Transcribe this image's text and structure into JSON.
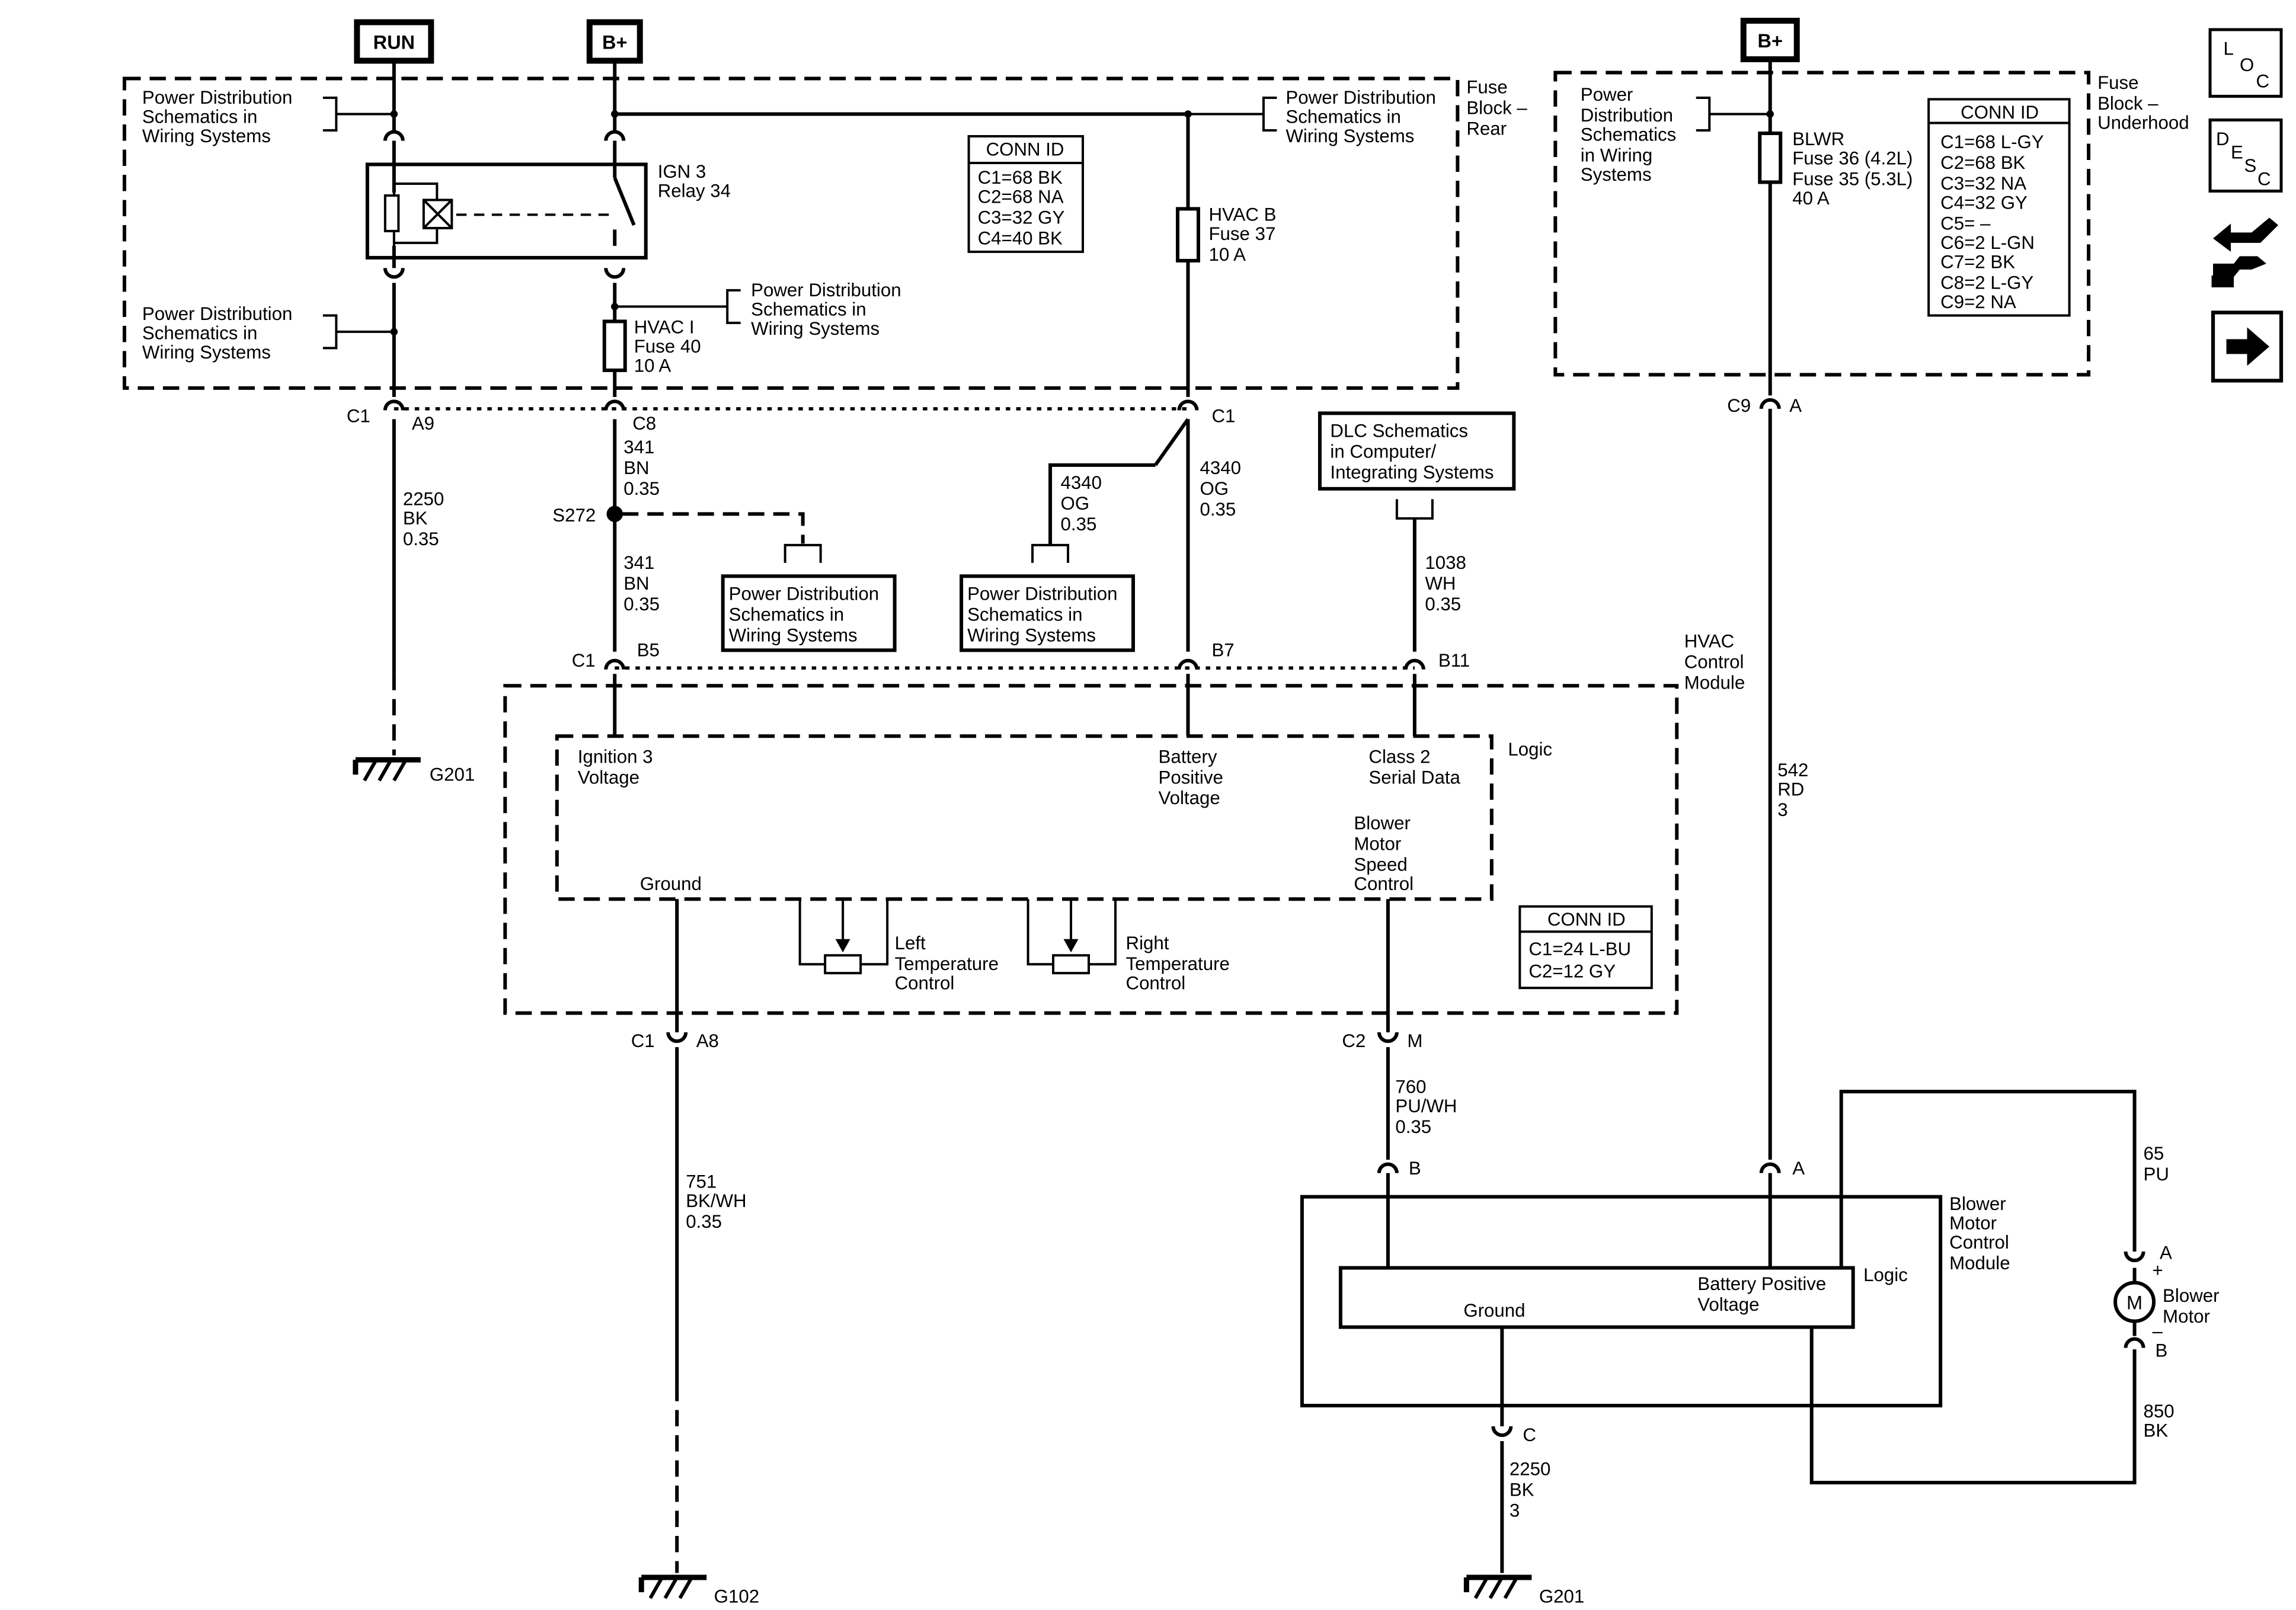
{
  "source_tags": {
    "run": "RUN",
    "b_plus_rear": "B+",
    "b_plus_underhood": "B+"
  },
  "pd_schem_lines": [
    "Power Distribution",
    "Schematics in",
    "Wiring Systems"
  ],
  "pd_schem_lines_4": [
    "Power",
    "Distribution",
    "Schematics",
    "in Wiring",
    "Systems"
  ],
  "fuse_block_rear": [
    "Fuse",
    "Block –",
    "Rear"
  ],
  "fuse_block_underhood": [
    "Fuse",
    "Block –",
    "Underhood"
  ],
  "relay": [
    "IGN 3",
    "Relay 34"
  ],
  "fuse_hvac_i": [
    "HVAC I",
    "Fuse 40",
    "10 A"
  ],
  "fuse_hvac_b": [
    "HVAC B",
    "Fuse 37",
    "10 A"
  ],
  "fuse_blwr": [
    "BLWR",
    "Fuse 36 (4.2L)",
    "Fuse 35 (5.3L)",
    "40 A"
  ],
  "conn_rear": {
    "title": "CONN ID",
    "rows": [
      "C1=68 BK",
      "C2=68 NA",
      "C3=32 GY",
      "C4=40 BK"
    ]
  },
  "conn_underhood": {
    "title": "CONN ID",
    "rows": [
      "C1=68 L-GY",
      "C2=68 BK",
      "C3=32 NA",
      "C4=32 GY",
      "C5= –",
      "C6=2 L-GN",
      "C7=2 BK",
      "C8=2 L-GY",
      "C9=2 NA"
    ]
  },
  "conn_hvac": {
    "title": "CONN ID",
    "rows": [
      "C1=24 L-BU",
      "C2=12 GY"
    ]
  },
  "connectors": {
    "c1_a9": [
      "C1",
      "A9"
    ],
    "c8": "C8",
    "c1_rear": "C1",
    "c9_a": [
      "C9",
      "A"
    ],
    "c1_b5": [
      "C1",
      "B5"
    ],
    "b7": "B7",
    "b11": "B11",
    "c1_a8": [
      "C1",
      "A8"
    ],
    "c2_m": [
      "C2",
      "M"
    ],
    "bmcm_b": "B",
    "bmcm_a": "A",
    "bmcm_c": "C",
    "motor_a": "A",
    "motor_b": "B",
    "motor_plus": "+",
    "motor_minus": "–"
  },
  "splice": "S272",
  "wires": {
    "w2250_top": [
      "2250",
      "BK",
      "0.35"
    ],
    "w341_top": [
      "341",
      "BN",
      "0.35"
    ],
    "w341_bot": [
      "341",
      "BN",
      "0.35"
    ],
    "w4340_a": [
      "4340",
      "OG",
      "0.35"
    ],
    "w4340_b": [
      "4340",
      "OG",
      "0.35"
    ],
    "w1038": [
      "1038",
      "WH",
      "0.35"
    ],
    "w542": [
      "542",
      "RD",
      "3"
    ],
    "w751": [
      "751",
      "BK/WH",
      "0.35"
    ],
    "w760": [
      "760",
      "PU/WH",
      "0.35"
    ],
    "w2250_bot": [
      "2250",
      "BK",
      "3"
    ],
    "w65": [
      "65",
      "PU"
    ],
    "w850": [
      "850",
      "BK"
    ]
  },
  "dlc_box": [
    "DLC Schematics",
    "in Computer/",
    "Integrating Systems"
  ],
  "hvac_module": [
    "HVAC",
    "Control",
    "Module"
  ],
  "logic_label": "Logic",
  "hvac_pins": {
    "ign3": [
      "Ignition 3",
      "Voltage"
    ],
    "batt": [
      "Battery",
      "Positive",
      "Voltage"
    ],
    "class2": [
      "Class 2",
      "Serial Data"
    ],
    "blower_ctrl": [
      "Blower",
      "Motor",
      "Speed",
      "Control"
    ],
    "ground": "Ground"
  },
  "left_temp": [
    "Left",
    "Temperature",
    "Control"
  ],
  "right_temp": [
    "Right",
    "Temperature",
    "Control"
  ],
  "bmcm_module": [
    "Blower",
    "Motor",
    "Control",
    "Module"
  ],
  "bmcm_logic": "Logic",
  "bmcm_pins": {
    "batt": [
      "Battery Positive",
      "Voltage"
    ],
    "ground": "Ground"
  },
  "blower_motor": [
    "Blower",
    "Motor"
  ],
  "motor_symbol": "M",
  "grounds": {
    "g201_top": "G201",
    "g102": "G102",
    "g201_bot": "G201"
  },
  "nav_icons": {
    "loc": [
      "L",
      "O",
      "C"
    ],
    "desc": [
      "D",
      "E",
      "S",
      "C"
    ],
    "names": [
      "loc-icon",
      "desc-icon",
      "connector-icon",
      "arrow-right-icon"
    ]
  }
}
